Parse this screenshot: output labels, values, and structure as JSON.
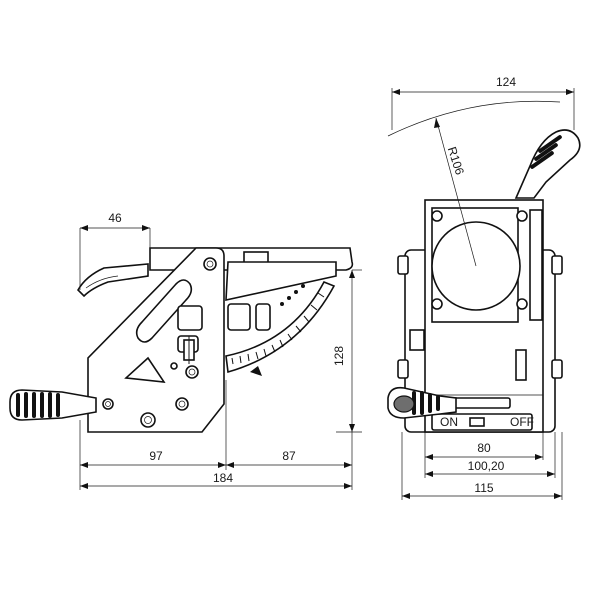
{
  "dimensions": {
    "left_view": {
      "top_offset": "46",
      "height": "128",
      "left_width": "97",
      "right_width": "87",
      "total_width": "184"
    },
    "right_view": {
      "arc_width": "124",
      "radius": "R106",
      "inner_width": "80",
      "mid_width": "100,20",
      "total_width": "115"
    }
  },
  "labels": {
    "on": "ON",
    "off": "OFF"
  }
}
